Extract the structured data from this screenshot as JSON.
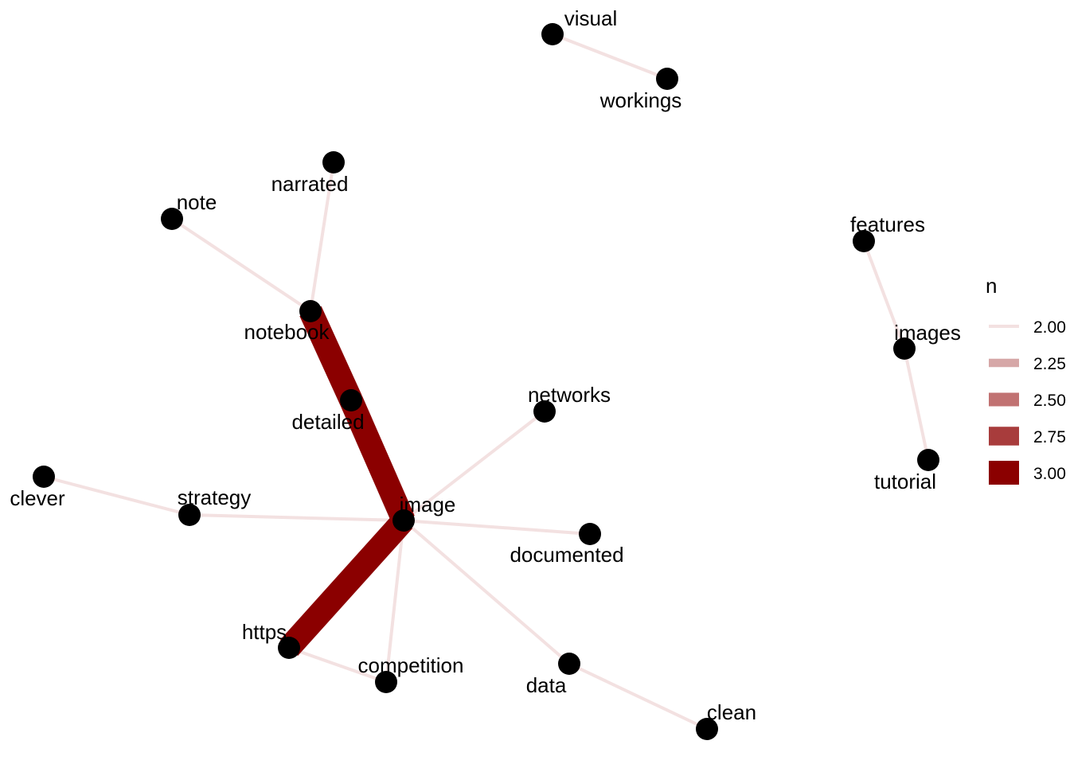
{
  "graph": {
    "nodes": [
      {
        "id": "visual",
        "label": "visual"
      },
      {
        "id": "workings",
        "label": "workings"
      },
      {
        "id": "narrated",
        "label": "narrated"
      },
      {
        "id": "note",
        "label": "note"
      },
      {
        "id": "notebook",
        "label": "notebook"
      },
      {
        "id": "detailed",
        "label": "detailed"
      },
      {
        "id": "networks",
        "label": "networks"
      },
      {
        "id": "clever",
        "label": "clever"
      },
      {
        "id": "strategy",
        "label": "strategy"
      },
      {
        "id": "image",
        "label": "image"
      },
      {
        "id": "documented",
        "label": "documented"
      },
      {
        "id": "https",
        "label": "https"
      },
      {
        "id": "competition",
        "label": "competition"
      },
      {
        "id": "data",
        "label": "data"
      },
      {
        "id": "clean",
        "label": "clean"
      },
      {
        "id": "features",
        "label": "features"
      },
      {
        "id": "images",
        "label": "images"
      },
      {
        "id": "tutorial",
        "label": "tutorial"
      }
    ],
    "edges": [
      {
        "from": "visual",
        "to": "workings",
        "n": 2
      },
      {
        "from": "narrated",
        "to": "notebook",
        "n": 2
      },
      {
        "from": "note",
        "to": "notebook",
        "n": 2
      },
      {
        "from": "notebook",
        "to": "detailed",
        "n": 3
      },
      {
        "from": "detailed",
        "to": "image",
        "n": 3
      },
      {
        "from": "image",
        "to": "https",
        "n": 3
      },
      {
        "from": "image",
        "to": "networks",
        "n": 2
      },
      {
        "from": "image",
        "to": "documented",
        "n": 2
      },
      {
        "from": "image",
        "to": "strategy",
        "n": 2
      },
      {
        "from": "strategy",
        "to": "clever",
        "n": 2
      },
      {
        "from": "image",
        "to": "competition",
        "n": 2
      },
      {
        "from": "https",
        "to": "competition",
        "n": 2
      },
      {
        "from": "image",
        "to": "data",
        "n": 2
      },
      {
        "from": "data",
        "to": "clean",
        "n": 2
      },
      {
        "from": "features",
        "to": "images",
        "n": 2
      },
      {
        "from": "images",
        "to": "tutorial",
        "n": 2
      }
    ]
  },
  "legend": {
    "title": "n",
    "items": [
      {
        "label": "2.00",
        "value": 2.0,
        "color": "#f3e1e1"
      },
      {
        "label": "2.25",
        "value": 2.25,
        "color": "#d6a7a7"
      },
      {
        "label": "2.50",
        "value": 2.5,
        "color": "#c17272"
      },
      {
        "label": "2.75",
        "value": 2.75,
        "color": "#a83c3c"
      },
      {
        "label": "3.00",
        "value": 3.0,
        "color": "#8b0000"
      }
    ]
  },
  "colors": {
    "edge_low": "#f3e1e1",
    "edge_high": "#8b0000",
    "node": "#000000",
    "background": "#ffffff"
  }
}
